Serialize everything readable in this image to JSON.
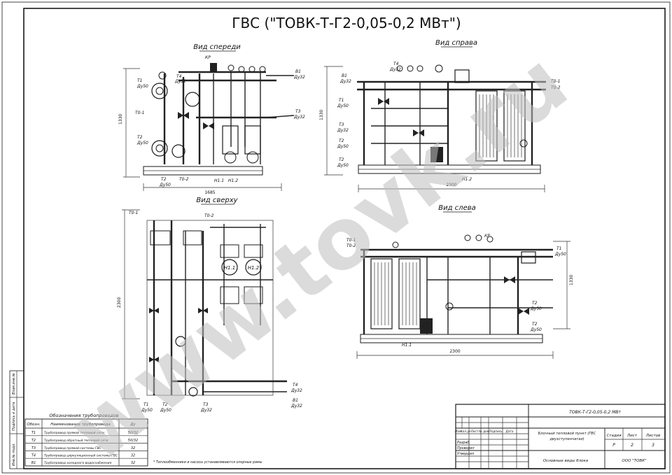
{
  "title": "ГВС (\"ТОВК-Т-Г2-0,05-0,2 МВт\")",
  "views": {
    "front": {
      "title": "Вид спереди",
      "labels": [
        "КР",
        "Т4",
        "Ду32",
        "Т1",
        "Ду50",
        "Т0-1",
        "Т2",
        "Ду50",
        "В1",
        "Ду32",
        "Т3",
        "Ду32",
        "Т2",
        "Ду50",
        "Т0-2",
        "Н1.1",
        "Н1.2"
      ],
      "dim_width": "1685",
      "dim_height": "1330"
    },
    "right": {
      "title": "Вид справа",
      "labels": [
        "В1",
        "Ду32",
        "Т4",
        "Ду32",
        "Т0-1",
        "Т0-2",
        "Т1",
        "Ду50",
        "Т3",
        "Ду32",
        "Т2",
        "Ду50",
        "Т2",
        "Ду50",
        "Н1.2"
      ],
      "dim_width": "2300",
      "dim_height": "1330"
    },
    "top": {
      "title": "Вид сверху",
      "labels": [
        "Т0-1",
        "Т0-2",
        "Н1.1",
        "Н1.2",
        "Т1",
        "Ду50",
        "Т2",
        "Ду50",
        "Т3",
        "Ду32",
        "Т4",
        "Ду32",
        "В1",
        "Ду32"
      ],
      "dim_height": "2300"
    },
    "left": {
      "title": "Вид слева",
      "labels": [
        "Т0-1",
        "Т0-2",
        "КР",
        "Т1",
        "Ду50",
        "Т2",
        "Ду50",
        "Т2",
        "Ду50",
        "Н1.1"
      ],
      "dim_width": "2300",
      "dim_height": "1330"
    }
  },
  "legend": {
    "title": "Обозначения трубопроводов",
    "headers": [
      "Обозн.",
      "Наименование трубопровода",
      "Ду"
    ],
    "rows": [
      {
        "code": "Т1",
        "name": "Трубопровод прямой тепловой сети",
        "du": "50/32"
      },
      {
        "code": "Т2",
        "name": "Трубопровод обратный тепловой сети",
        "du": "50/32"
      },
      {
        "code": "Т3",
        "name": "Трубопровод прямой системы ГВС",
        "du": "32"
      },
      {
        "code": "Т4",
        "name": "Трубопровод циркуляционный системы ГВС",
        "du": "32"
      },
      {
        "code": "В1",
        "name": "Трубопровод холодного водоснабжения",
        "du": "32"
      }
    ]
  },
  "note": "* Теплообменники и насосы устанавливаются опорные рамы",
  "side_stamp": [
    "Инв.№ подл.",
    "Подпись и дата",
    "Взам.инв.№"
  ],
  "stamp": {
    "doc_code": "ТОВК-Т-Г2-0,05-0,2 МВт",
    "columns": [
      "Изм.",
      "Кол.уч",
      "Лист",
      "№ док.",
      "Подпись",
      "Дата"
    ],
    "roles": [
      "Разраб.",
      "Проверил",
      "Утвердил"
    ],
    "description": "Блочный тепловой пункт (ГВС двухступенчатая)",
    "headers": [
      "Стадия",
      "Лист",
      "Листов"
    ],
    "values": [
      "Р",
      "2",
      "3"
    ],
    "sheet_name": "Основные виды блока",
    "company": "ООО \"ТОВК\""
  },
  "watermark": "www.tovk.ru"
}
